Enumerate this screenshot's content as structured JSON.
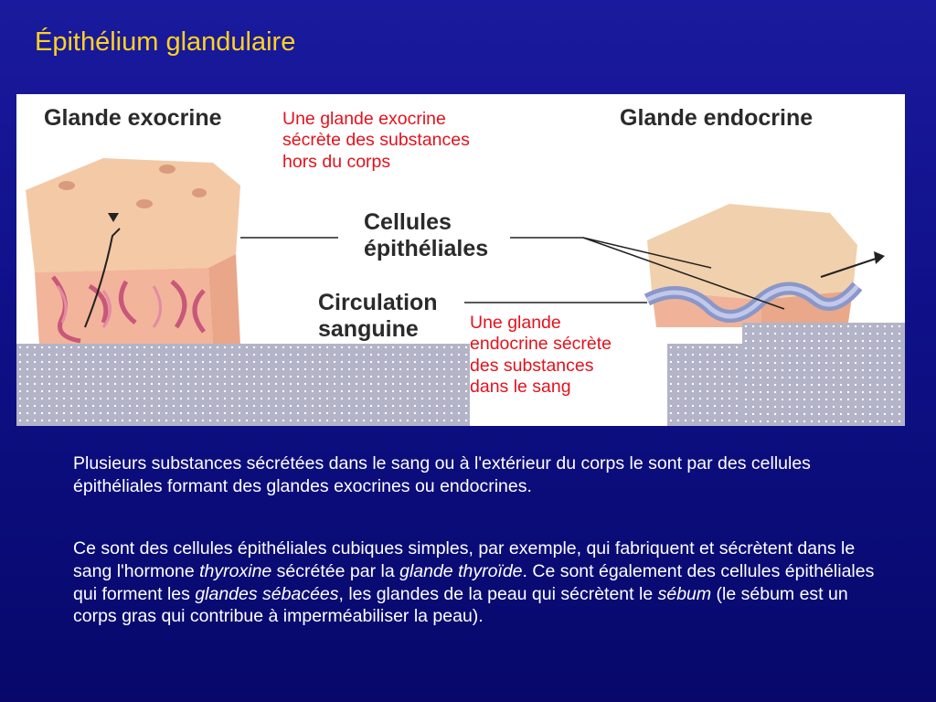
{
  "slide": {
    "title": "Épithélium glandulaire"
  },
  "figure": {
    "label_exocrine": "Glande exocrine",
    "label_endocrine": "Glande endocrine",
    "label_epithelial_line1": "Cellules",
    "label_epithelial_line2": "épithéliales",
    "label_blood_line1": "Circulation",
    "label_blood_line2": "sanguine",
    "note_exocrine_line1": "Une glande exocrine",
    "note_exocrine_line2": "sécrète des substances",
    "note_exocrine_line3": "hors du corps",
    "note_endocrine_line1": "Une glande",
    "note_endocrine_line2": "endocrine sécrète",
    "note_endocrine_line3": "des substances",
    "note_endocrine_line4": "dans le sang"
  },
  "body": {
    "para1": "Plusieurs substances sécrétées dans le sang ou à l'extérieur du corps le sont par des cellules épithéliales formant des glandes exocrines ou endocrines.",
    "para2_a": "Ce sont des cellules épithéliales cubiques simples, par exemple, qui fabriquent et sécrètent dans le sang l'hormone ",
    "para2_b": "thyroxine",
    "para2_c": " sécrétée par la ",
    "para2_d": "glande thyroïde",
    "para2_e": ". Ce sont également des cellules épithéliales qui forment les ",
    "para2_f": "glandes sébacées",
    "para2_g": ", les glandes de la peau qui sécrètent le ",
    "para2_h": "sébum",
    "para2_i": " (le sébum est un corps gras qui contribue à imperméabiliser la peau)."
  },
  "colors": {
    "background": "#0f1088",
    "title": "#ffd21f",
    "note_red": "#e3121d",
    "body_text": "#ffffff"
  }
}
